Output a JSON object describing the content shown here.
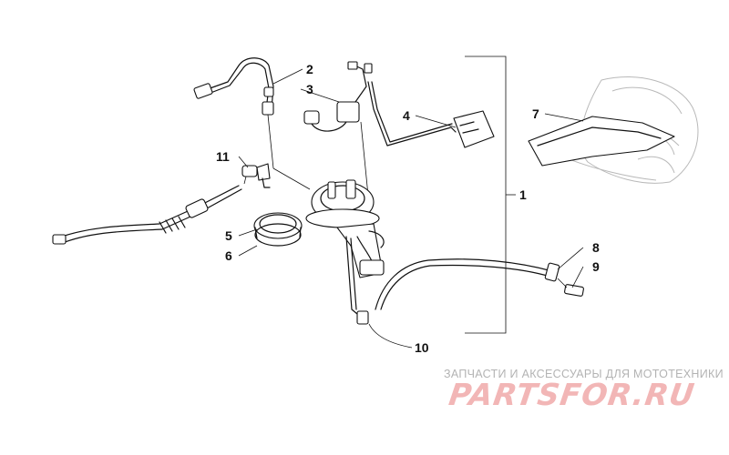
{
  "diagram": {
    "callouts": [
      {
        "id": "c1",
        "label": "1"
      },
      {
        "id": "c2",
        "label": "2"
      },
      {
        "id": "c3",
        "label": "3"
      },
      {
        "id": "c4",
        "label": "4"
      },
      {
        "id": "c5",
        "label": "5"
      },
      {
        "id": "c6",
        "label": "6"
      },
      {
        "id": "c7",
        "label": "7"
      },
      {
        "id": "c8",
        "label": "8"
      },
      {
        "id": "c9",
        "label": "9"
      },
      {
        "id": "c10",
        "label": "10"
      },
      {
        "id": "c11",
        "label": "11"
      }
    ]
  },
  "watermark": {
    "tagline": "ЗАПЧАСТИ И АКСЕССУАРЫ ДЛЯ МОТОТЕХНИКИ",
    "brand": "PARTSFOR.RU",
    "color": "#f2b6b6"
  }
}
